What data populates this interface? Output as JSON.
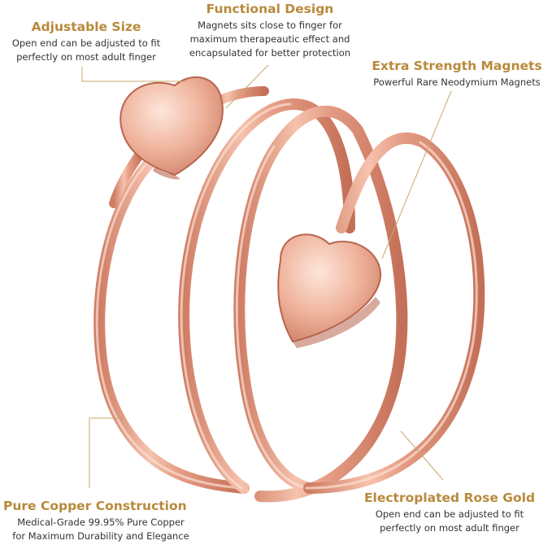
{
  "annotations": {
    "adjustable": {
      "title": "Adjustable Size",
      "lines": [
        "Open end can be adjusted to fit",
        "perfectly on most adult  finger"
      ]
    },
    "functional": {
      "title": "Functional Design",
      "lines": [
        "Magnets sits close to finger for",
        "maximum therapeautic effect and",
        "encapsulated for better protection"
      ]
    },
    "magnets": {
      "title": "Extra Strength Magnets",
      "lines": [
        "Powerful Rare Neodymium Magnets"
      ]
    },
    "copper": {
      "title": "Pure Copper Construction",
      "lines": [
        "Medical-Grade 99.95% Pure Copper",
        "for Maximum Durability and Elegance"
      ]
    },
    "rosegold": {
      "title": "Electroplated Rose Gold",
      "lines": [
        "Open end can be adjusted to fit",
        "perfectly on most adult  finger"
      ]
    }
  },
  "colors": {
    "title_gold": "#b88a3c",
    "leader_line": "#c9a86a",
    "copper_base": "#e8a48d",
    "copper_shadow": "#c9765e",
    "copper_highlight": "#fbe0d3"
  }
}
